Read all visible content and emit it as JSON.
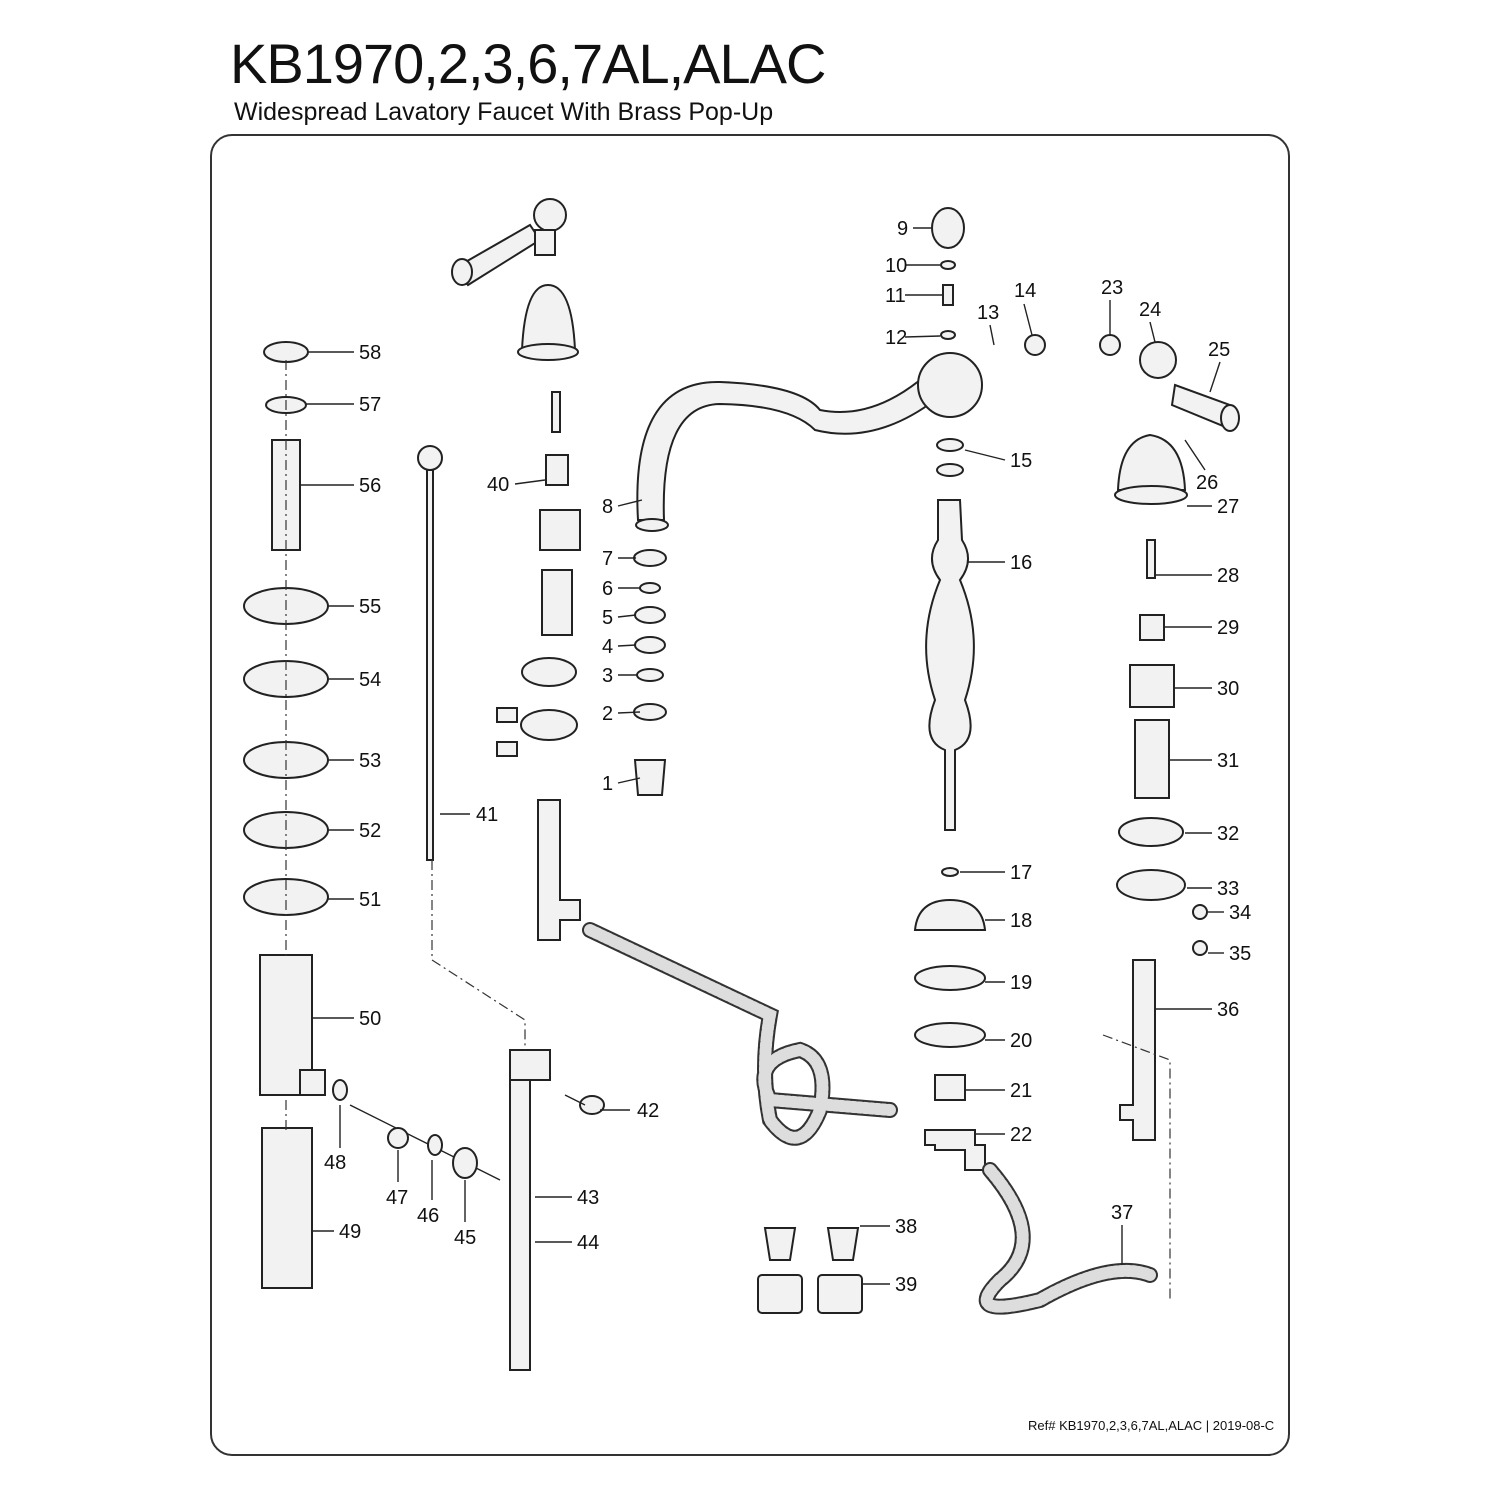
{
  "header": {
    "title": "KB1970,2,3,6,7AL,ALAC",
    "subtitle": "Widespread Lavatory Faucet With Brass Pop-Up"
  },
  "footer": {
    "reference": "Ref# KB1970,2,3,6,7AL,ALAC | 2019-08-C"
  },
  "part_numbers": [
    "1",
    "2",
    "3",
    "4",
    "5",
    "6",
    "7",
    "8",
    "9",
    "10",
    "11",
    "12",
    "13",
    "14",
    "15",
    "16",
    "17",
    "18",
    "19",
    "20",
    "21",
    "22",
    "23",
    "24",
    "25",
    "26",
    "27",
    "28",
    "29",
    "30",
    "31",
    "32",
    "33",
    "34",
    "35",
    "36",
    "37",
    "38",
    "39",
    "40",
    "41",
    "42",
    "43",
    "44",
    "45",
    "46",
    "47",
    "48",
    "49",
    "50",
    "51",
    "52",
    "53",
    "54",
    "55",
    "56",
    "57",
    "58"
  ]
}
